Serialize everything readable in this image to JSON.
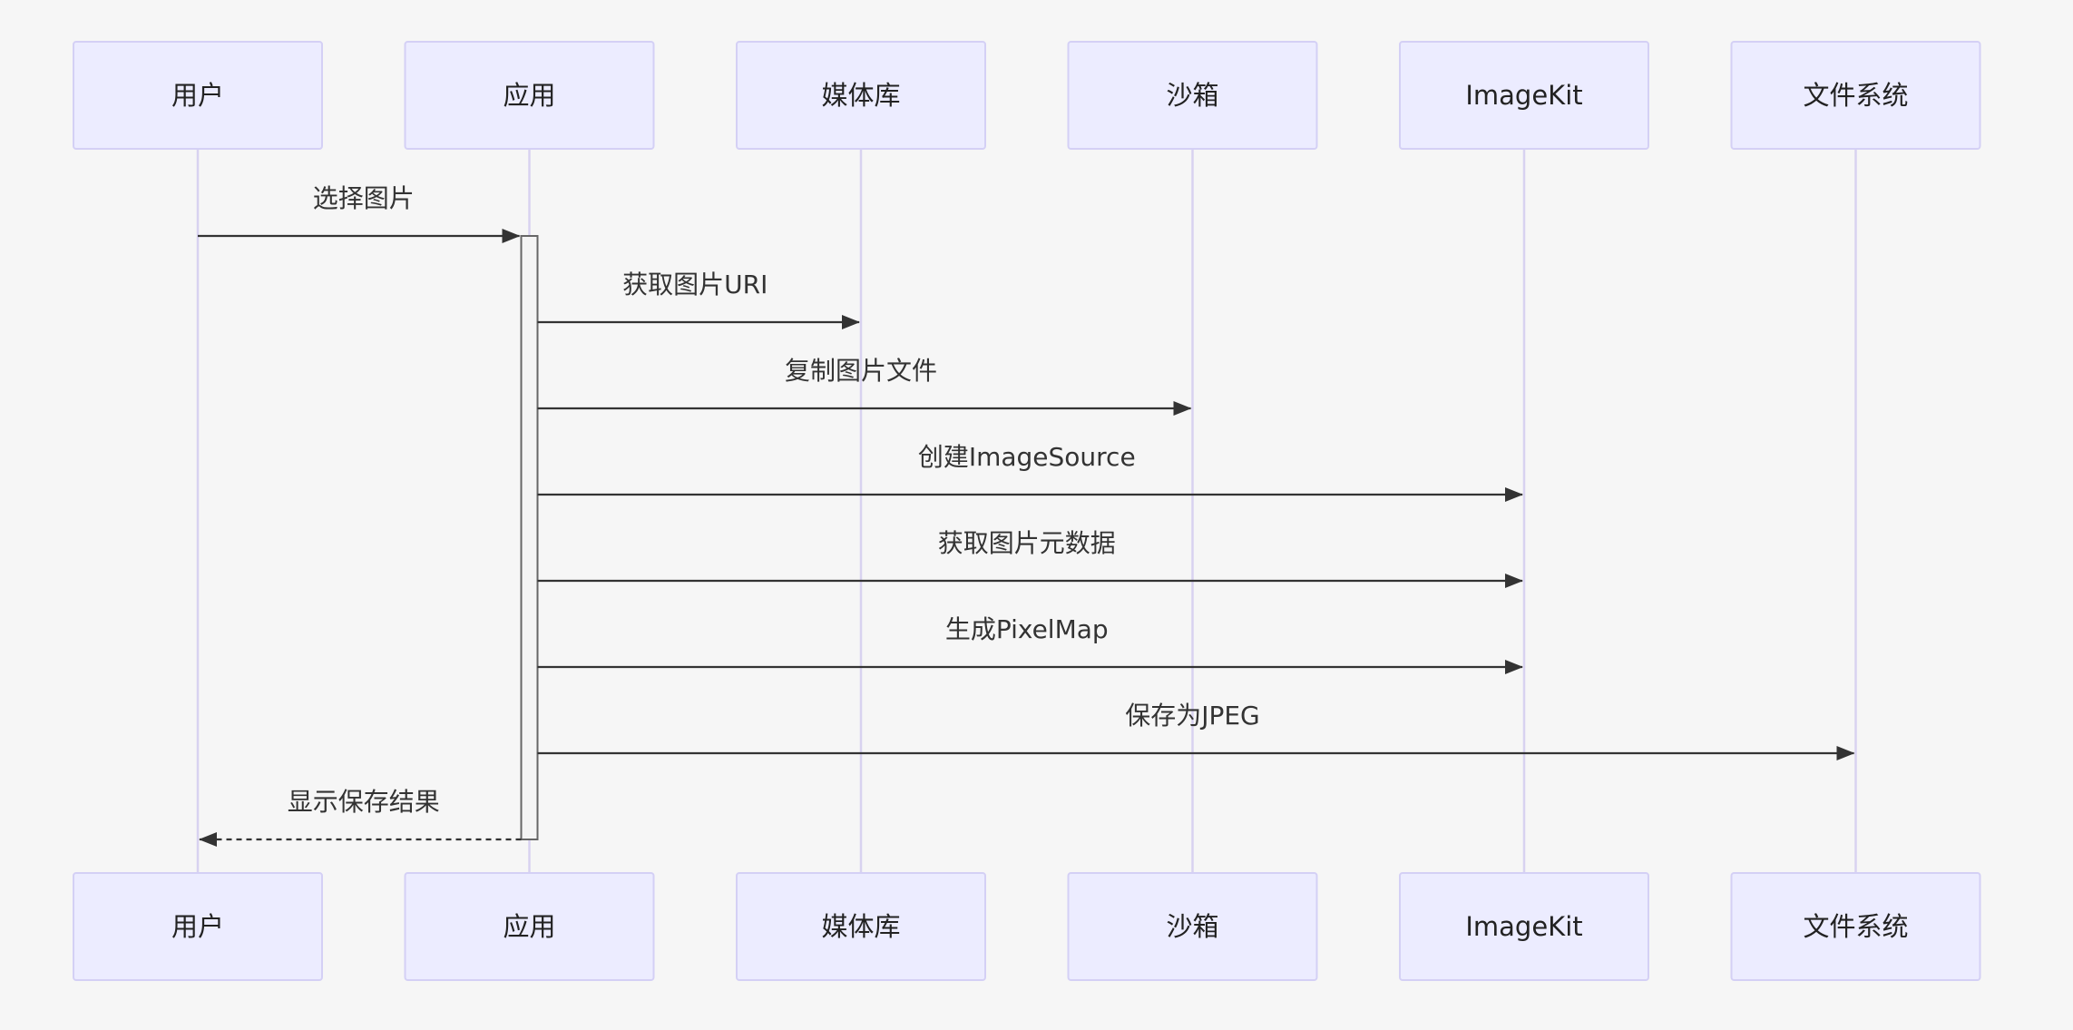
{
  "actors": [
    {
      "id": "user",
      "label": "用户"
    },
    {
      "id": "app",
      "label": "应用"
    },
    {
      "id": "media",
      "label": "媒体库"
    },
    {
      "id": "sandbox",
      "label": "沙箱"
    },
    {
      "id": "imagekit",
      "label": "ImageKit"
    },
    {
      "id": "fs",
      "label": "文件系统"
    }
  ],
  "messages": [
    {
      "from": "user",
      "to": "app",
      "label": "选择图片",
      "style": "solid"
    },
    {
      "from": "app",
      "to": "media",
      "label": "获取图片URI",
      "style": "solid"
    },
    {
      "from": "app",
      "to": "sandbox",
      "label": "复制图片文件",
      "style": "solid"
    },
    {
      "from": "app",
      "to": "imagekit",
      "label": "创建ImageSource",
      "style": "solid"
    },
    {
      "from": "app",
      "to": "imagekit",
      "label": "获取图片元数据",
      "style": "solid"
    },
    {
      "from": "app",
      "to": "imagekit",
      "label": "生成PixelMap",
      "style": "solid"
    },
    {
      "from": "app",
      "to": "fs",
      "label": "保存为JPEG",
      "style": "solid"
    },
    {
      "from": "app",
      "to": "user",
      "label": "显示保存结果",
      "style": "dashed"
    }
  ],
  "activations": [
    {
      "actor": "app",
      "from_message": 0,
      "to_message": 7
    }
  ],
  "colors": {
    "actor_fill": "#ececff",
    "actor_stroke": "#d4d0f5",
    "lifeline": "#d8d2f0",
    "message": "#333333",
    "background": "#f6f6f6"
  }
}
